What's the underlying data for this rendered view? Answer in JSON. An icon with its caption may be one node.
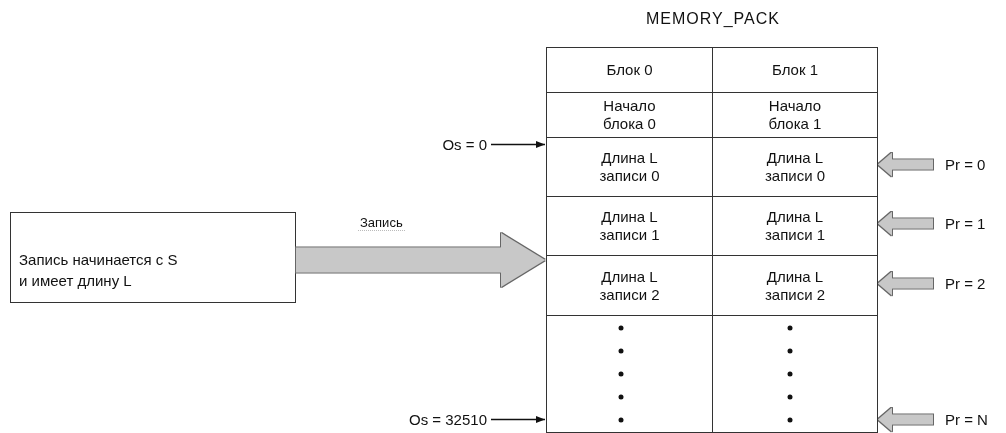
{
  "diagram": {
    "nodes": [
      {
        "text": [
          "Запись начинается с S и имеет длину L"
        ]
      },
      {
        "text": [
          "MEMORY_PACK"
        ]
      },
      {
        "text": [
          "Блок 0"
        ],
        "in": 1
      },
      {
        "text": [
          "Блок 1"
        ],
        "in": 1
      },
      {
        "text": [
          "Начало блока 0"
        ],
        "in": 1
      },
      {
        "text": [
          "Начало блока 1"
        ],
        "in": 1
      },
      {
        "text": [
          "Длина L записи 0"
        ],
        "in": 1
      },
      {
        "text": [
          "Длина L записи 0"
        ],
        "in": 1
      },
      {
        "text": [
          "Длина L записи 1"
        ],
        "in": 1
      },
      {
        "text": [
          "Длина L записи 1"
        ],
        "in": 1
      },
      {
        "text": [
          "Длина L записи 2"
        ],
        "in": 1
      },
      {
        "text": [
          "Длина L записи 2"
        ],
        "in": 1
      },
      {
        "text": [],
        "shape": "box",
        "in": 1
      },
      {
        "text": [],
        "shape": "box",
        "in": 1
      },
      {
        "text": [
          "Os = 0"
        ]
      },
      {
        "text": [
          "Os = 32510"
        ]
      },
      {
        "text": [
          "Pr = 0"
        ]
      },
      {
        "text": [
          "Pr = 1"
        ]
      },
      {
        "text": [
          "Pr = 2"
        ]
      },
      {
        "text": [
          "Pr = N"
        ]
      }
    ],
    "edges": [
      {
        "from": 0,
        "to": 1,
        "arrow": "to",
        "label": "Запись",
        "style": "thick"
      },
      {
        "from": 14,
        "to": 6,
        "arrow": "to",
        "color": "#111111"
      },
      {
        "from": 15,
        "to": 12,
        "arrow": "to",
        "color": "#111111"
      },
      {
        "from": 16,
        "to": 7,
        "arrow": "to"
      },
      {
        "from": 17,
        "to": 9,
        "arrow": "to"
      },
      {
        "from": 18,
        "to": 11,
        "arrow": "to"
      },
      {
        "from": 19,
        "to": 13,
        "arrow": "to"
      }
    ]
  }
}
